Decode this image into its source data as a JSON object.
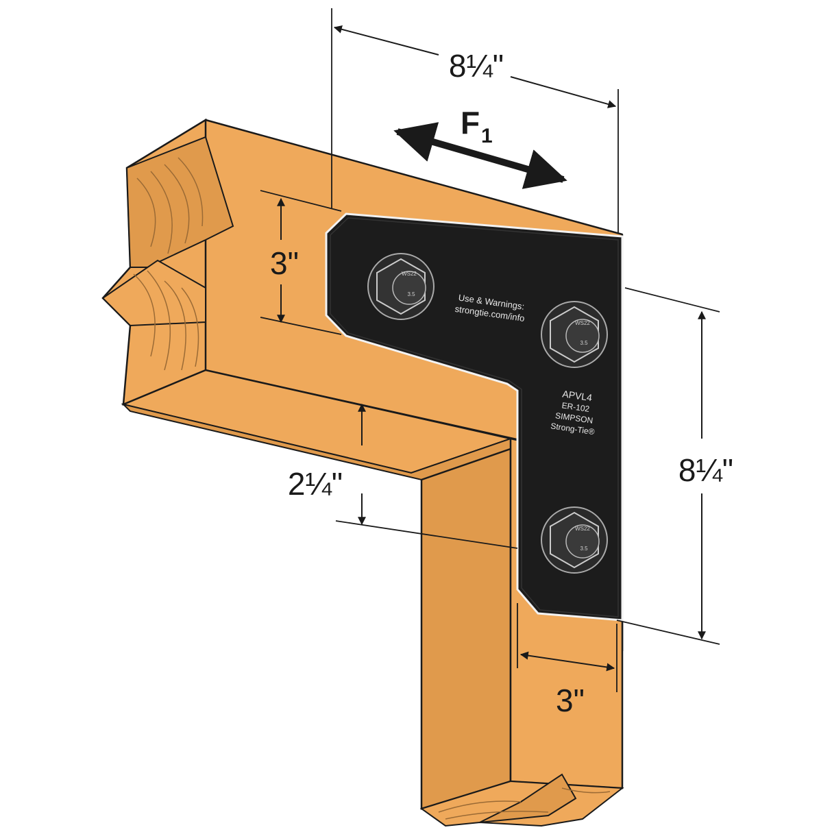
{
  "colors": {
    "wood_face": "#EFA95B",
    "wood_dark": "#E09A4C",
    "grain": "#9a6a35",
    "plate": "#1c1c1c",
    "plate_edge": "#f2f2f2",
    "line": "#1a1a1a"
  },
  "dimensions": {
    "top_width": "8¼\"",
    "top_height": "3\"",
    "right_height": "8¼\"",
    "leg_width": "3\"",
    "gap_height": "2¼\""
  },
  "force": {
    "label": "F",
    "subscript": "1"
  },
  "plate": {
    "warning_line1": "Use & Warnings:",
    "warning_line2": "strongtie.com/info",
    "model": "APVL4",
    "code": "ER-102",
    "brand1": "SIMPSON",
    "brand2": "Strong-Tie®"
  },
  "screw": {
    "head_text1": "WS22",
    "head_text2": "3.5"
  }
}
